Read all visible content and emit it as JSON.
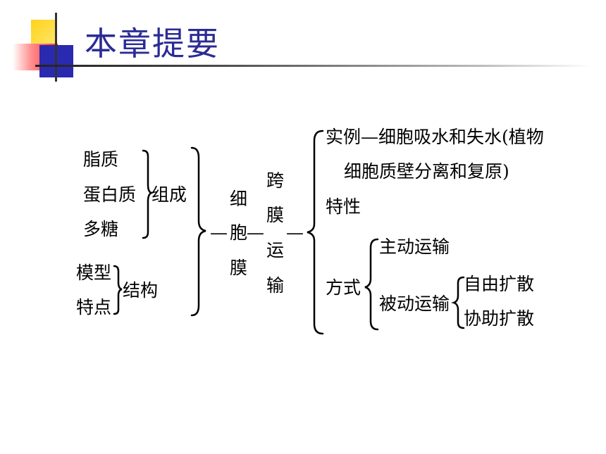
{
  "slide": {
    "title": "本章提要",
    "colors": {
      "title": "#2b2b96",
      "accent_yellow": "#ffd21a",
      "accent_red": "#ff4040",
      "accent_blue": "#2a2ab0"
    }
  },
  "diagram": {
    "composition": {
      "items": [
        "脂质",
        "蛋白质",
        "多糖"
      ],
      "label": "组成"
    },
    "structure": {
      "items": [
        "模型",
        "特点"
      ],
      "label": "结构"
    },
    "cell_membrane": {
      "chars": [
        "细",
        "胞",
        "膜"
      ],
      "connector_left": "—",
      "connector_right": "—"
    },
    "transmembrane": {
      "chars": [
        "跨",
        "膜",
        "运",
        "输"
      ],
      "connector_right": "—"
    },
    "example": {
      "line1": "实例—细胞吸水和失水(植物",
      "line2": "细胞质壁分离和复原)"
    },
    "property": "特性",
    "mode": {
      "label": "方式",
      "active": "主动运输",
      "passive": {
        "label": "被动运输",
        "types": [
          "自由扩散",
          "协助扩散"
        ]
      }
    }
  }
}
